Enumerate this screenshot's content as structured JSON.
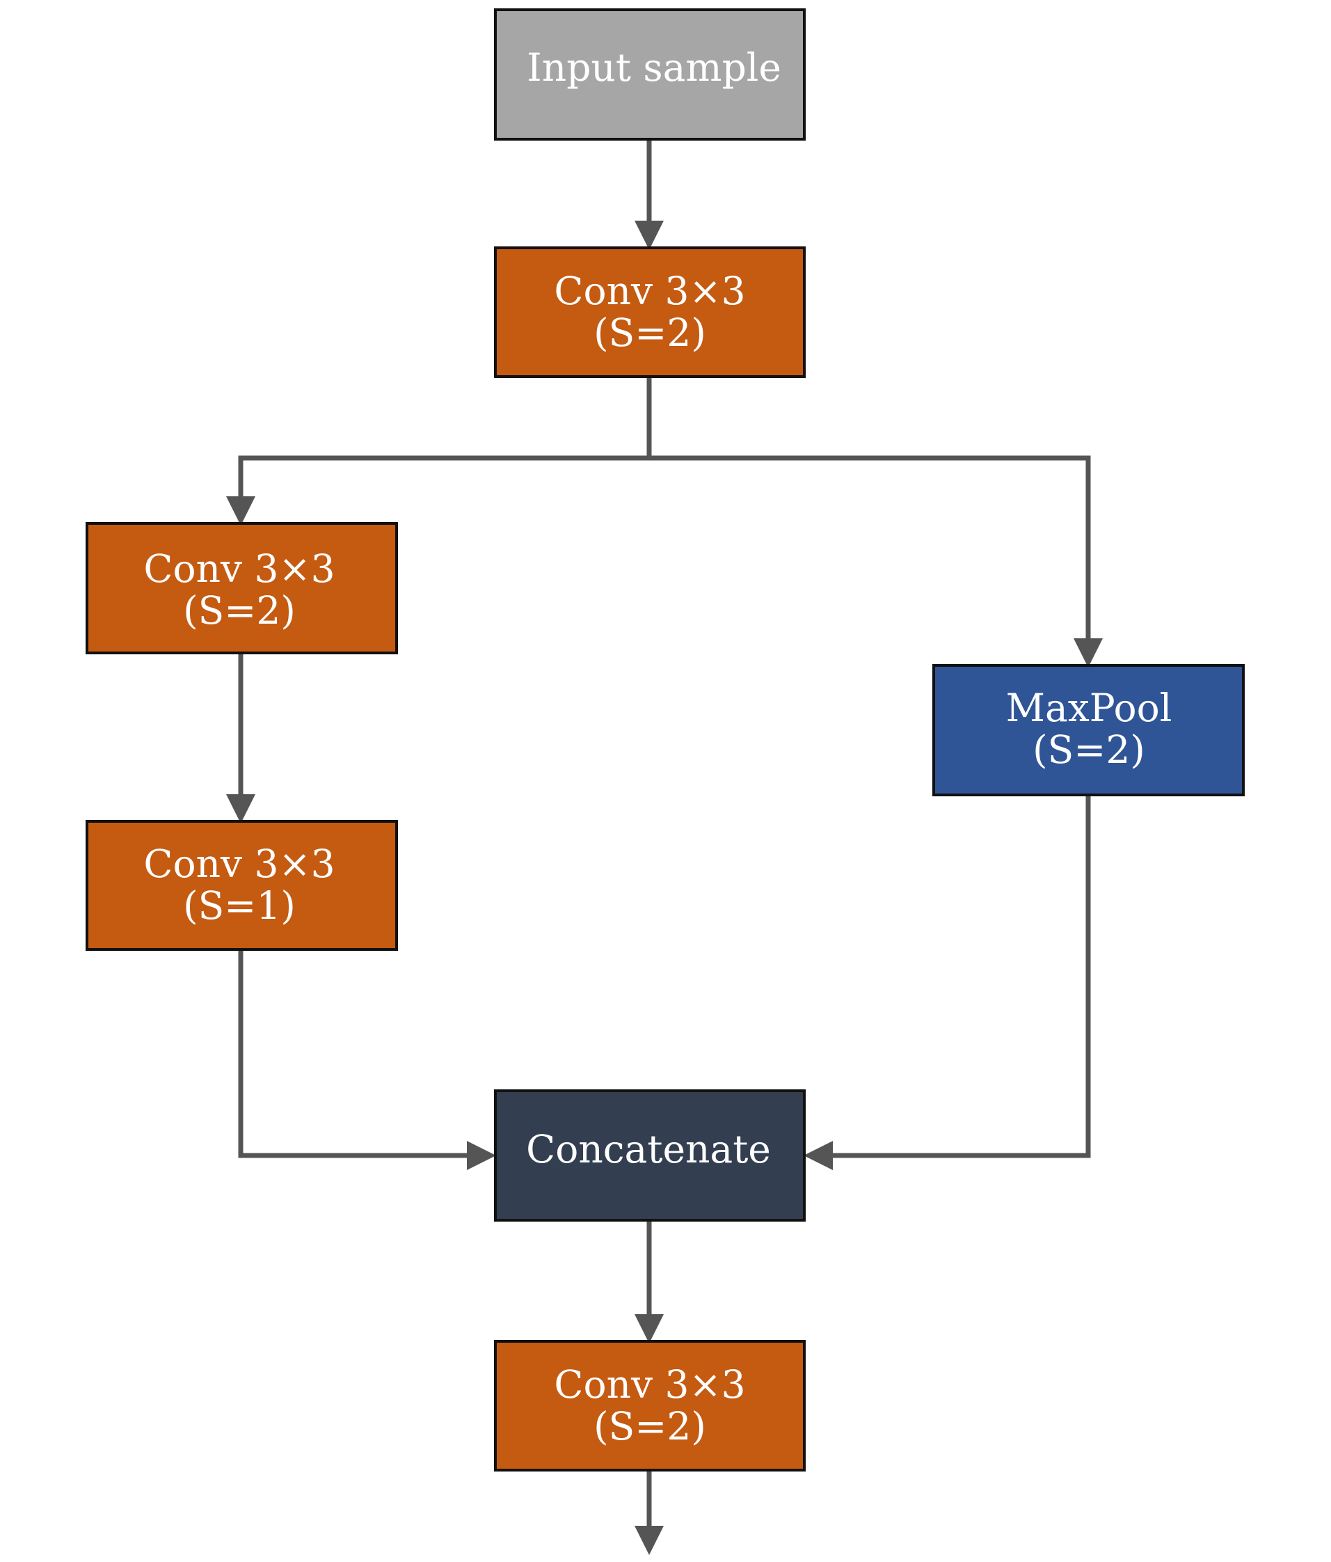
{
  "colors": {
    "input": "#a6a6a6",
    "conv": "#c55a11",
    "pool": "#2f5597",
    "concat": "#333f50",
    "edge": "#555555",
    "text": "#ffffff"
  },
  "nodes": {
    "input": {
      "lines": [
        "Input sample"
      ]
    },
    "conv1": {
      "lines": [
        "Conv 3×3",
        "(S=2)"
      ]
    },
    "conv_left_a": {
      "lines": [
        "Conv 3×3",
        "(S=2)"
      ]
    },
    "conv_left_b": {
      "lines": [
        "Conv 3×3",
        "(S=1)"
      ]
    },
    "maxpool": {
      "lines": [
        "MaxPool",
        "(S=2)"
      ]
    },
    "concat": {
      "lines": [
        "Concatenate"
      ]
    },
    "conv_out": {
      "lines": [
        "Conv 3×3",
        "(S=2)"
      ]
    }
  }
}
